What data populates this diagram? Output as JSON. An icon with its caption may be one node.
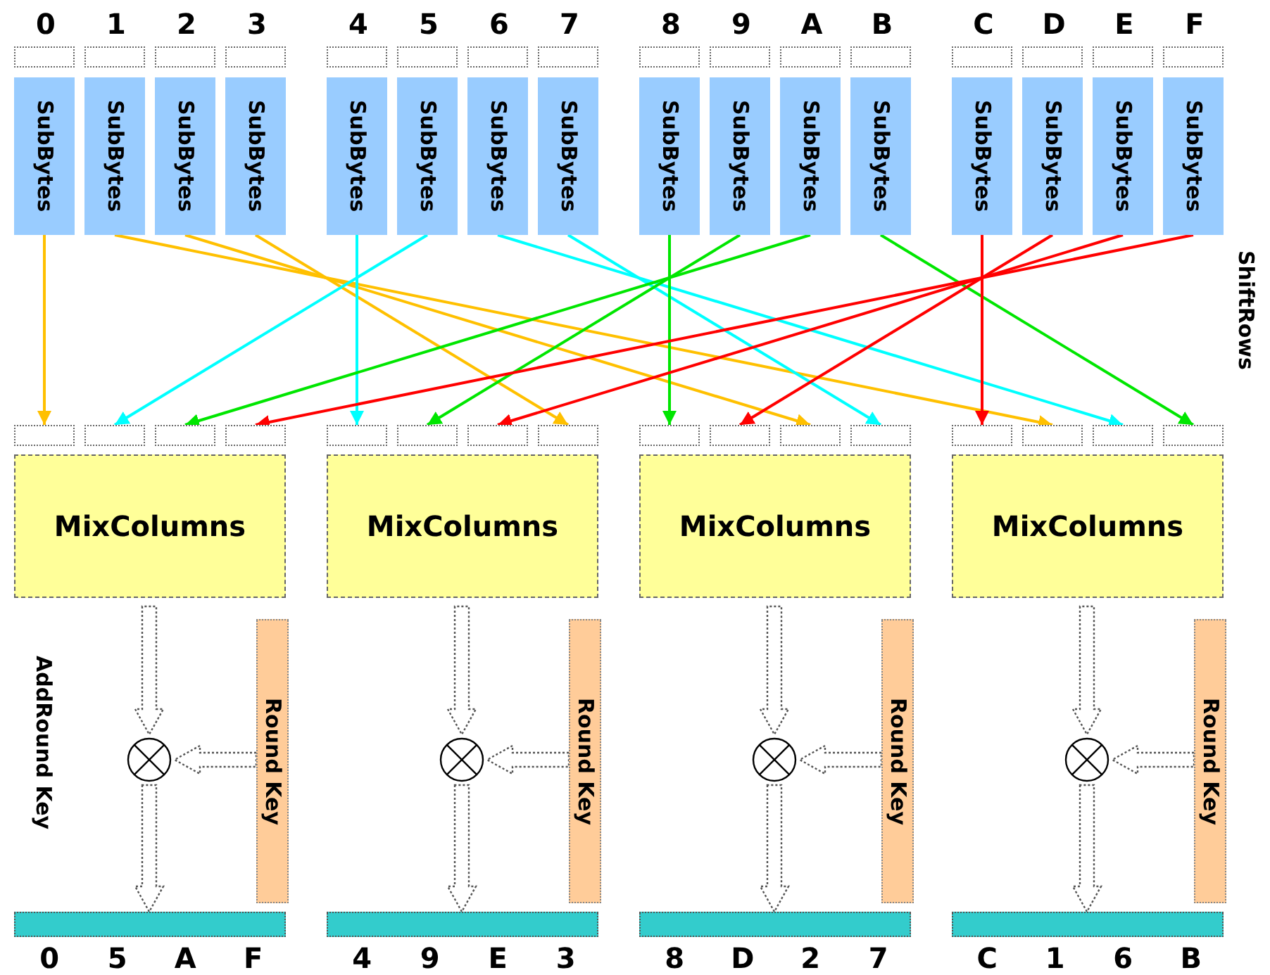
{
  "diagram": {
    "nodes": [
      {
        "text": [],
        "shape": "box",
        "beside": [
          "0"
        ]
      },
      {
        "text": [],
        "shape": "box",
        "beside": [
          "1"
        ]
      },
      {
        "text": [],
        "shape": "box",
        "beside": [
          "2"
        ]
      },
      {
        "text": [],
        "shape": "box",
        "beside": [
          "3"
        ]
      },
      {
        "text": [],
        "shape": "box",
        "beside": [
          "4"
        ]
      },
      {
        "text": [],
        "shape": "box",
        "beside": [
          "5"
        ]
      },
      {
        "text": [],
        "shape": "box",
        "beside": [
          "6"
        ]
      },
      {
        "text": [],
        "shape": "box",
        "beside": [
          "7"
        ]
      },
      {
        "text": [],
        "shape": "box",
        "beside": [
          "8"
        ]
      },
      {
        "text": [],
        "shape": "box",
        "beside": [
          "9"
        ]
      },
      {
        "text": [],
        "shape": "box",
        "beside": [
          "A"
        ]
      },
      {
        "text": [],
        "shape": "box",
        "beside": [
          "B"
        ]
      },
      {
        "text": [],
        "shape": "box",
        "beside": [
          "C"
        ]
      },
      {
        "text": [],
        "shape": "box",
        "beside": [
          "D"
        ]
      },
      {
        "text": [],
        "shape": "box",
        "beside": [
          "E"
        ]
      },
      {
        "text": [],
        "shape": "box",
        "beside": [
          "F"
        ]
      },
      {
        "text": [
          "SubBytes"
        ]
      },
      {
        "text": [
          "SubBytes"
        ]
      },
      {
        "text": [
          "SubBytes"
        ]
      },
      {
        "text": [
          "SubBytes"
        ]
      },
      {
        "text": [
          "SubBytes"
        ]
      },
      {
        "text": [
          "SubBytes"
        ]
      },
      {
        "text": [
          "SubBytes"
        ]
      },
      {
        "text": [
          "SubBytes"
        ]
      },
      {
        "text": [
          "SubBytes"
        ]
      },
      {
        "text": [
          "SubBytes"
        ]
      },
      {
        "text": [
          "SubBytes"
        ]
      },
      {
        "text": [
          "SubBytes"
        ]
      },
      {
        "text": [
          "SubBytes"
        ]
      },
      {
        "text": [
          "SubBytes"
        ]
      },
      {
        "text": [
          "SubBytes"
        ]
      },
      {
        "text": [
          "SubBytes"
        ]
      },
      {
        "text": [],
        "shape": "box"
      },
      {
        "text": [],
        "shape": "box"
      },
      {
        "text": [],
        "shape": "box"
      },
      {
        "text": [],
        "shape": "box"
      },
      {
        "text": [],
        "shape": "box"
      },
      {
        "text": [],
        "shape": "box"
      },
      {
        "text": [],
        "shape": "box"
      },
      {
        "text": [],
        "shape": "box"
      },
      {
        "text": [],
        "shape": "box"
      },
      {
        "text": [],
        "shape": "box"
      },
      {
        "text": [],
        "shape": "box"
      },
      {
        "text": [],
        "shape": "box"
      },
      {
        "text": [],
        "shape": "box"
      },
      {
        "text": [],
        "shape": "box"
      },
      {
        "text": [],
        "shape": "box"
      },
      {
        "text": [],
        "shape": "box"
      },
      {
        "text": [
          "MixColumns"
        ]
      },
      {
        "text": [],
        "shape": "circle"
      },
      {
        "text": [
          "Round Key"
        ]
      },
      {
        "text": [],
        "shape": "bar",
        "beside": [
          "0",
          "5",
          "A",
          "F"
        ]
      },
      {
        "text": [
          "MixColumns"
        ]
      },
      {
        "text": [],
        "shape": "circle"
      },
      {
        "text": [
          "Round Key"
        ]
      },
      {
        "text": [],
        "shape": "bar",
        "beside": [
          "4",
          "9",
          "E",
          "3"
        ]
      },
      {
        "text": [
          "MixColumns"
        ]
      },
      {
        "text": [],
        "shape": "circle"
      },
      {
        "text": [
          "Round Key"
        ]
      },
      {
        "text": [],
        "shape": "bar",
        "beside": [
          "8",
          "D",
          "2",
          "7"
        ]
      },
      {
        "text": [
          "MixColumns"
        ]
      },
      {
        "text": [],
        "shape": "circle"
      },
      {
        "text": [
          "Round Key"
        ]
      },
      {
        "text": [],
        "shape": "bar",
        "beside": [
          "C",
          "1",
          "6",
          "B"
        ]
      }
    ],
    "edges": [
      {
        "from": 16,
        "to": 32,
        "arrow": "to",
        "color": "#ffc000"
      },
      {
        "from": 17,
        "to": 45,
        "arrow": "to",
        "color": "#ffc000"
      },
      {
        "from": 18,
        "to": 42,
        "arrow": "to",
        "color": "#ffc000"
      },
      {
        "from": 19,
        "to": 39,
        "arrow": "to",
        "color": "#ffc000"
      },
      {
        "from": 20,
        "to": 36,
        "arrow": "to",
        "color": "#00ffff"
      },
      {
        "from": 21,
        "to": 33,
        "arrow": "to",
        "color": "#00ffff"
      },
      {
        "from": 22,
        "to": 46,
        "arrow": "to",
        "color": "#00ffff"
      },
      {
        "from": 23,
        "to": 43,
        "arrow": "to",
        "color": "#00ffff"
      },
      {
        "from": 24,
        "to": 40,
        "arrow": "to",
        "color": "#00e600"
      },
      {
        "from": 25,
        "to": 37,
        "arrow": "to",
        "color": "#00e600"
      },
      {
        "from": 26,
        "to": 34,
        "arrow": "to",
        "color": "#00e600"
      },
      {
        "from": 27,
        "to": 47,
        "arrow": "to",
        "color": "#00e600"
      },
      {
        "from": 28,
        "to": 44,
        "arrow": "to",
        "color": "#ff0000"
      },
      {
        "from": 29,
        "to": 41,
        "arrow": "to",
        "color": "#ff0000"
      },
      {
        "from": 30,
        "to": 38,
        "arrow": "to",
        "color": "#ff0000"
      },
      {
        "from": 31,
        "to": 35,
        "arrow": "to",
        "color": "#ff0000"
      },
      {
        "from": 48,
        "to": 49,
        "arrow": "to",
        "style": "dashed"
      },
      {
        "from": 50,
        "to": 49,
        "arrow": "to",
        "style": "dashed"
      },
      {
        "from": 49,
        "to": 51,
        "arrow": "to",
        "style": "dashed"
      },
      {
        "from": 52,
        "to": 53,
        "arrow": "to",
        "style": "dashed"
      },
      {
        "from": 54,
        "to": 53,
        "arrow": "to",
        "style": "dashed"
      },
      {
        "from": 53,
        "to": 55,
        "arrow": "to",
        "style": "dashed"
      },
      {
        "from": 56,
        "to": 57,
        "arrow": "to",
        "style": "dashed"
      },
      {
        "from": 58,
        "to": 57,
        "arrow": "to",
        "style": "dashed"
      },
      {
        "from": 57,
        "to": 59,
        "arrow": "to",
        "style": "dashed"
      },
      {
        "from": 60,
        "to": 61,
        "arrow": "to",
        "style": "dashed"
      },
      {
        "from": 62,
        "to": 61,
        "arrow": "to",
        "style": "dashed"
      },
      {
        "from": 61,
        "to": 63,
        "arrow": "to",
        "style": "dashed"
      }
    ],
    "labels": [
      "ShiftRows",
      "AddRound Key"
    ]
  }
}
